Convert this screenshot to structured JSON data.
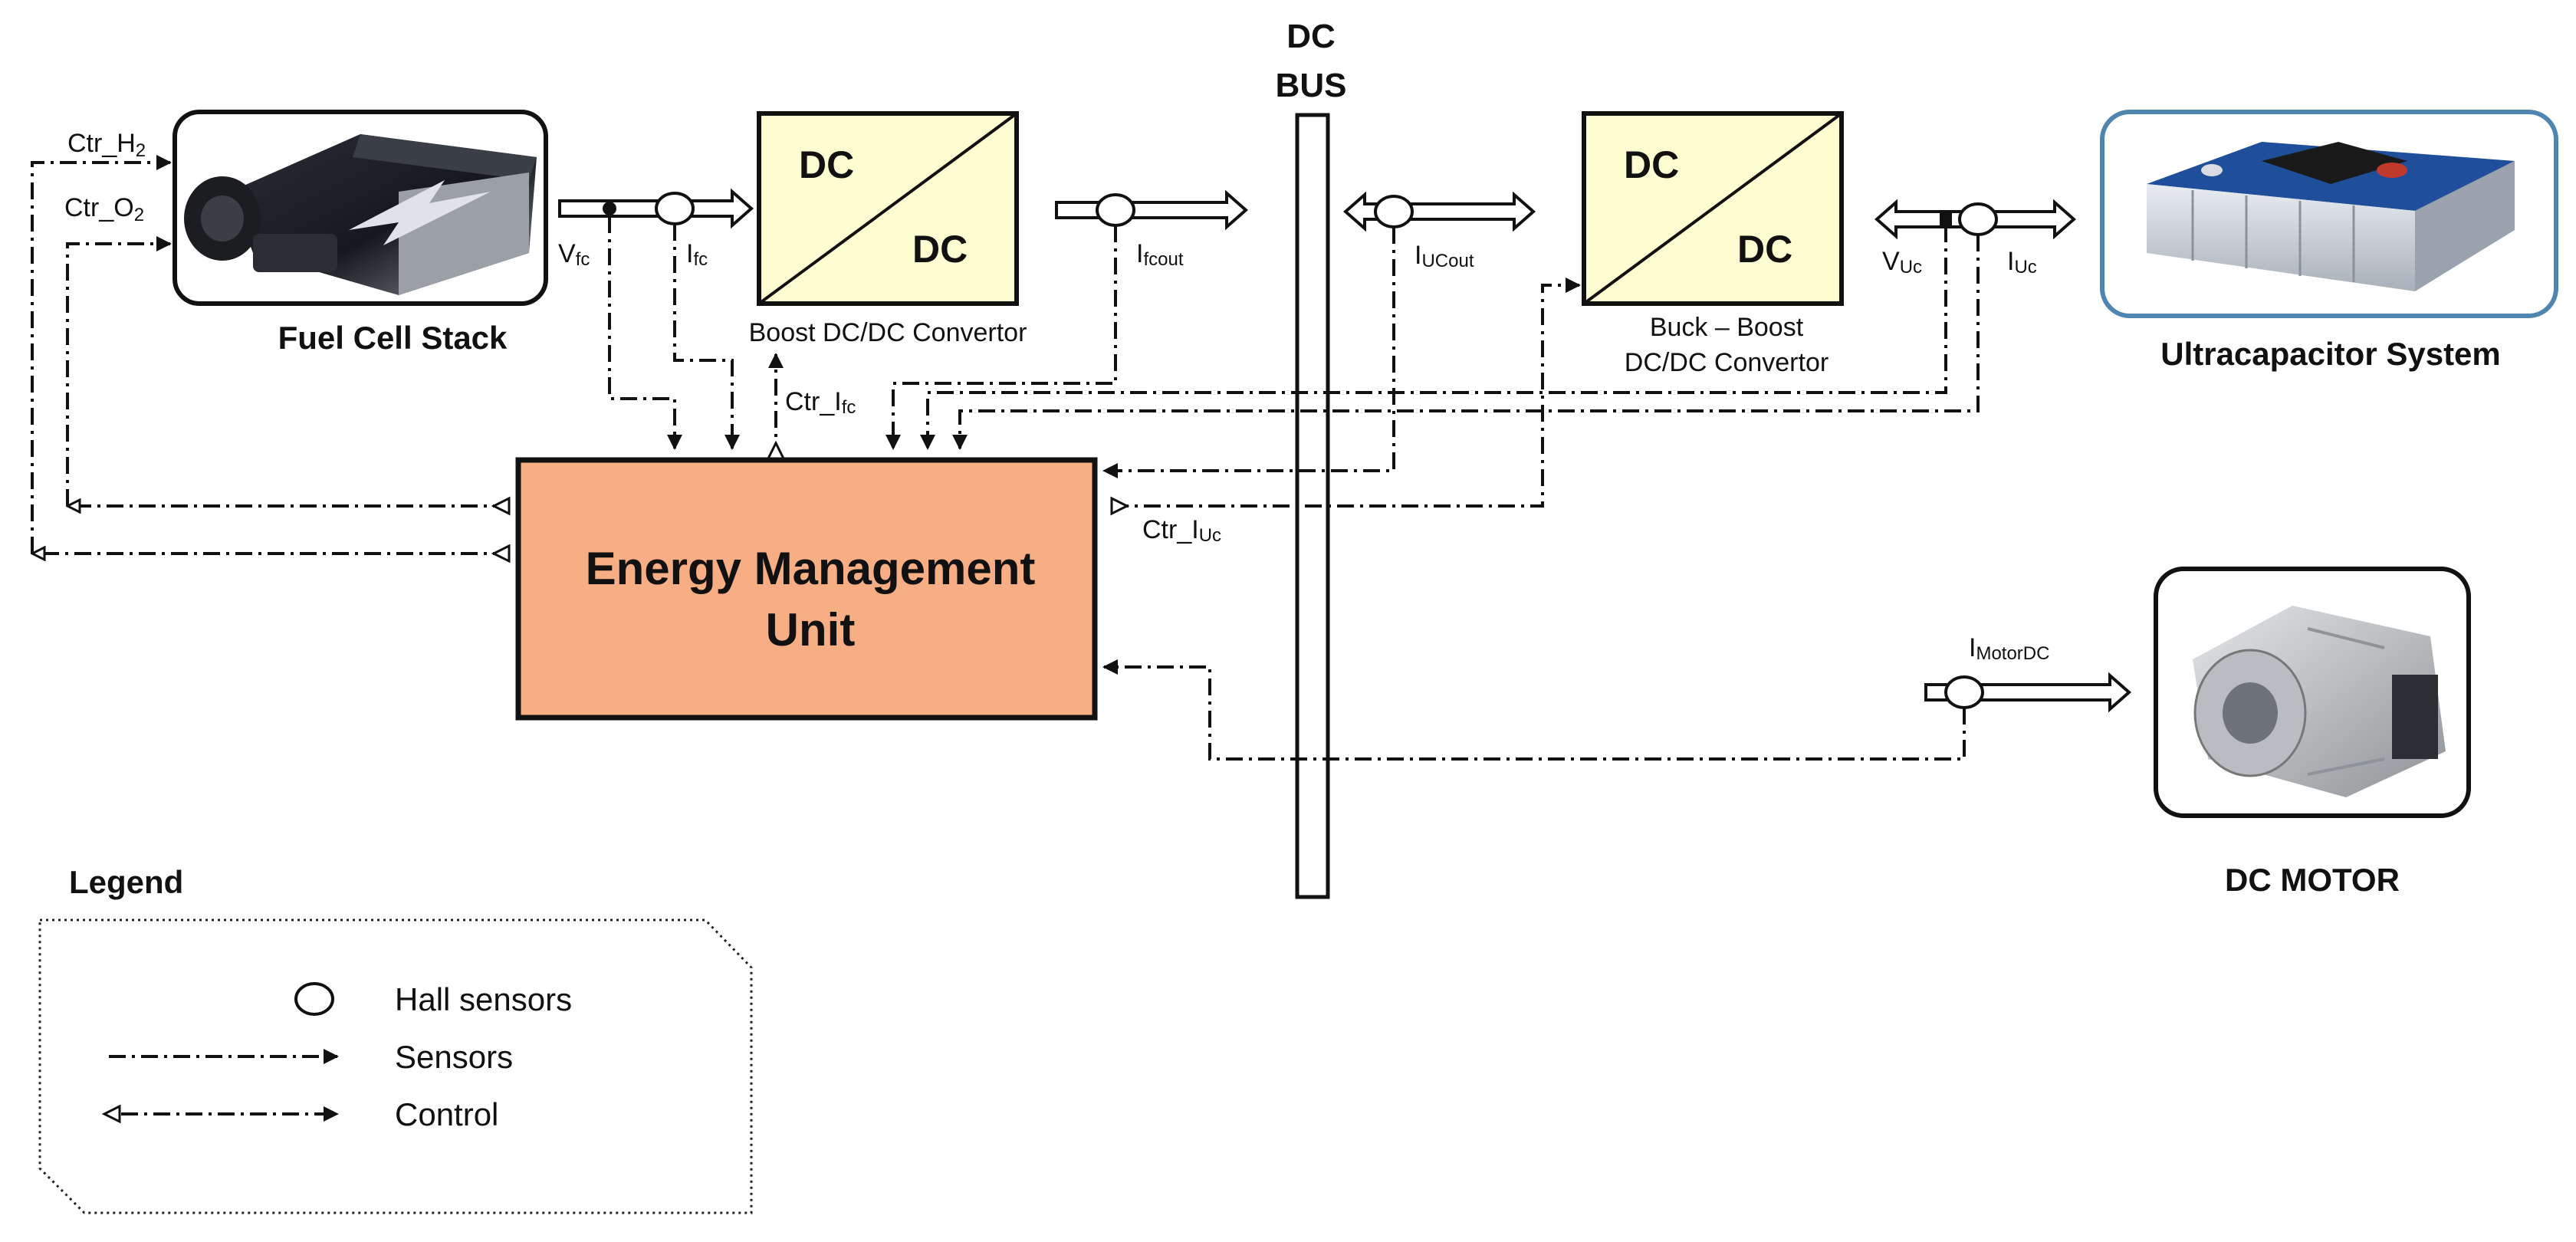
{
  "dc_bus": {
    "line1": "DC",
    "line2": "BUS"
  },
  "fuel_cell": {
    "caption": "Fuel Cell Stack"
  },
  "boost": {
    "top": "DC",
    "bottom": "DC",
    "caption": "Boost DC/DC Convertor"
  },
  "buck_boost": {
    "top": "DC",
    "bottom": "DC",
    "caption_line1": "Buck – Boost",
    "caption_line2": "DC/DC Convertor"
  },
  "ultracap": {
    "caption": "Ultracapacitor System"
  },
  "motor": {
    "caption": "DC MOTOR"
  },
  "emu": {
    "line1": "Energy Management",
    "line2": "Unit"
  },
  "signals": {
    "ctr_h2": {
      "main": "Ctr_H",
      "sub": "2"
    },
    "ctr_o2": {
      "main": "Ctr_O",
      "sub": "2"
    },
    "vfc": {
      "main": "V",
      "sub": "fc"
    },
    "ifc": {
      "main": "I",
      "sub": "fc"
    },
    "ctr_ifc": {
      "main": "Ctr_I",
      "sub": "fc"
    },
    "ifcout": {
      "main": "I",
      "sub": "fcout"
    },
    "iucout": {
      "main": "I",
      "sub": "UCout"
    },
    "vuc": {
      "main": "V",
      "sub": "Uc"
    },
    "iuc": {
      "main": "I",
      "sub": "Uc"
    },
    "ctr_iuc": {
      "main": "Ctr_I",
      "sub": "Uc"
    },
    "imotor": {
      "main": "I",
      "sub": "MotorDC"
    }
  },
  "legend": {
    "title": "Legend",
    "items": [
      {
        "symbol": "hall",
        "label": "Hall sensors"
      },
      {
        "symbol": "sensor",
        "label": "Sensors"
      },
      {
        "symbol": "control",
        "label": "Control"
      }
    ]
  }
}
